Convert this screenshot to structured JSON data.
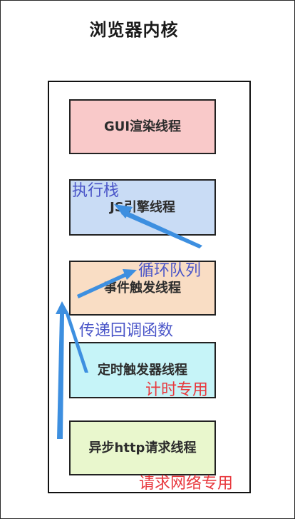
{
  "title": "浏览器内核",
  "threads": [
    {
      "label": "GUI渲染线程",
      "color": "#f9c9c9"
    },
    {
      "label": "JS引擎线程",
      "color": "#c9dcf5"
    },
    {
      "label": "事件触发线程",
      "color": "#f9ddc4"
    },
    {
      "label": "定时触发器线程",
      "color": "#c6f4f8"
    },
    {
      "label": "异步http请求线程",
      "color": "#e9f7cd"
    }
  ],
  "annotations": {
    "execution_stack": "执行栈",
    "event_loop": "循环队列",
    "callback": "传递回调函数",
    "timer_only": "计时专用",
    "network_only": "请求网络专用"
  },
  "colors": {
    "annotation_blue": "#4a55c8",
    "annotation_red": "#e8383d",
    "arrow": "#3d8fe0"
  }
}
